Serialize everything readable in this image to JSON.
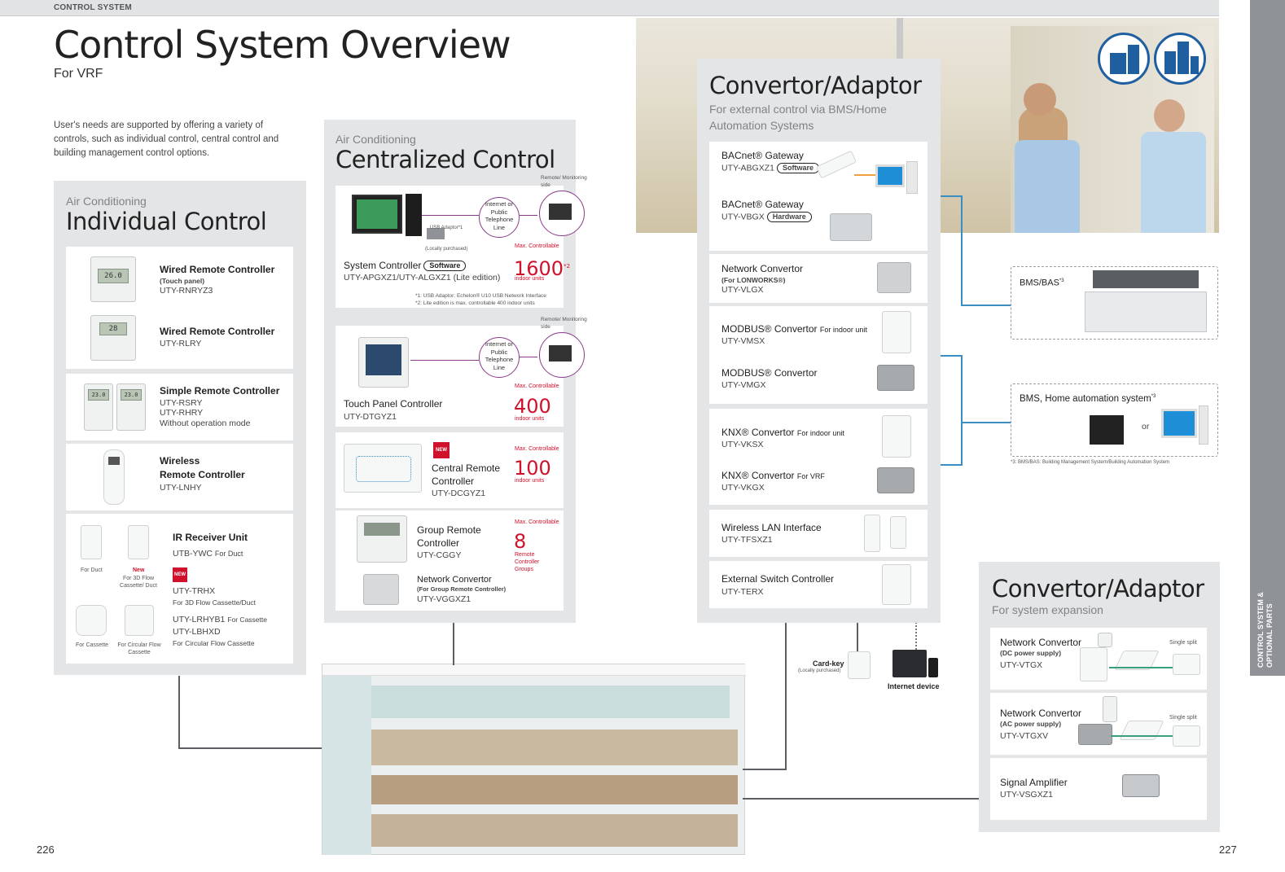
{
  "header": {
    "section": "CONTROL SYSTEM"
  },
  "page": {
    "title": "Control System Overview",
    "subtitle": "For VRF",
    "intro": "User's needs are supported by offering a variety of controls, such as individual control, central control and building management control options.",
    "page_left": "226",
    "page_right": "227"
  },
  "side_tab": {
    "text": "CONTROL SYSTEM & OPTIONAL PARTS"
  },
  "individual": {
    "small": "Air Conditioning",
    "title": "Individual Control",
    "wired1": {
      "name": "Wired Remote Controller",
      "sub": "(Touch panel)",
      "model": "UTY-RNRYZ3",
      "lcd": "26.0"
    },
    "wired2": {
      "name": "Wired Remote Controller",
      "model": "UTY-RLRY",
      "lcd": "28"
    },
    "simple": {
      "name": "Simple Remote Controller",
      "model1": "UTY-RSRY",
      "model2": "UTY-RHRY",
      "note": "Without operation mode",
      "lcd": "23.0"
    },
    "wireless": {
      "name1": "Wireless",
      "name2": "Remote Controller",
      "model": "UTY-LNHY"
    },
    "ir": {
      "name": "IR Receiver Unit",
      "model1": "UTB-YWC",
      "model1_note": "For Duct",
      "new_badge": "NEW",
      "model2": "UTY-TRHX",
      "model2_note": "For 3D Flow Cassette/Duct",
      "model3": "UTY-LRHYB1",
      "model3_note": "For Cassette",
      "model4": "UTY-LBHXD",
      "model4_note": "For Circular Flow Cassette",
      "cap_duct": "For Duct",
      "cap_new": "New",
      "cap_3d": "For 3D Flow Cassette/ Duct",
      "cap_cassette": "For Cassette",
      "cap_circular": "For Circular Flow Cassette"
    }
  },
  "centralized": {
    "small": "Air Conditioning",
    "title": "Centralized Control",
    "system": {
      "name": "System Controller",
      "badge": "Software",
      "models": "UTY-APGXZ1/UTY-ALGXZ1 (Lite edition)",
      "usb": "USB Adaptor*1",
      "usb_note": "(Locally purchased)",
      "remote": "Remote/ Monitoring side",
      "internet": "Internet or Public Telephone Line",
      "max": "Max. Controllable",
      "count": "1600",
      "sup": "*2",
      "unit": "indoor units",
      "fn1": "*1: USB Adaptor: Echelon® U10 USB Network Interface",
      "fn2": "*2: Lite edition is max. controllable 400 indoor units"
    },
    "touch": {
      "name": "Touch Panel Controller",
      "model": "UTY-DTGYZ1",
      "remote": "Remote/ Monitoring side",
      "internet": "Internet or Public Telephone Line",
      "max": "Max. Controllable",
      "count": "400",
      "unit": "indoor units"
    },
    "central": {
      "badge": "NEW",
      "name1": "Central Remote",
      "name2": "Controller",
      "model": "UTY-DCGYZ1",
      "max": "Max. Controllable",
      "count": "100",
      "unit": "indoor units"
    },
    "group": {
      "name1": "Group Remote",
      "name2": "Controller",
      "model": "UTY-CGGY",
      "max": "Max. Controllable",
      "count": "8",
      "unit": "Remote Controller Groups",
      "nc_name": "Network Convertor",
      "nc_sub": "(For Group Remote Controller)",
      "nc_model": "UTY-VGGXZ1"
    }
  },
  "convertor_bms": {
    "title": "Convertor/Adaptor",
    "subtitle": "For external control via BMS/Home Automation Systems",
    "bacnet_sw": {
      "name": "BACnet® Gateway",
      "model": "UTY-ABGXZ1",
      "badge": "Software"
    },
    "bacnet_hw": {
      "name": "BACnet® Gateway",
      "model": "UTY-VBGX",
      "badge": "Hardware"
    },
    "lonworks": {
      "name": "Network Convertor",
      "sub": "(For LONWORKS®)",
      "model": "UTY-VLGX"
    },
    "modbus1": {
      "name": "MODBUS® Convertor",
      "note": "For indoor unit",
      "model": "UTY-VMSX"
    },
    "modbus2": {
      "name": "MODBUS® Convertor",
      "model": "UTY-VMGX"
    },
    "knx1": {
      "name": "KNX® Convertor",
      "note": "For indoor unit",
      "model": "UTY-VKSX"
    },
    "knx2": {
      "name": "KNX® Convertor",
      "note": "For VRF",
      "model": "UTY-VKGX"
    },
    "wlan": {
      "name": "Wireless LAN Interface",
      "model": "UTY-TFSXZ1"
    },
    "ext": {
      "name": "External Switch Controller",
      "model": "UTY-TERX"
    }
  },
  "bms": {
    "bas": "BMS/BAS",
    "bas_sup": "*3",
    "home": "BMS, Home automation system",
    "home_sup": "*3",
    "or": "or",
    "fn3": "*3: BMS/BAS: Building Management System/Building Automation System"
  },
  "cardkey": {
    "label": "Card-key",
    "note": "(Locally purchased)"
  },
  "internet_device": "Internet device",
  "convertor_system": {
    "title": "Convertor/Adaptor",
    "subtitle": "For system expansion",
    "dc": {
      "name": "Network Convertor",
      "sub": "(DC power supply)",
      "model": "UTY-VTGX",
      "single": "Single split"
    },
    "ac": {
      "name": "Network Convertor",
      "sub": "(AC power supply)",
      "model": "UTY-VTGXV",
      "single": "Single split"
    },
    "amp": {
      "name": "Signal Amplifier",
      "model": "UTY-VSGXZ1"
    }
  },
  "colors": {
    "panel": "#e4e5e7",
    "accent_red": "#d0112b",
    "line_blue": "#3a8ec2",
    "circle_purple": "#8a3a8a",
    "tab": "#8e9196"
  }
}
